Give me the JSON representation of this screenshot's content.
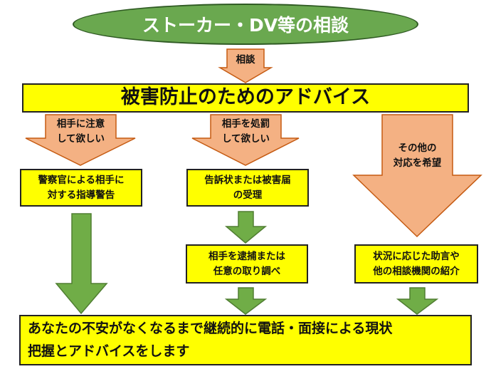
{
  "title": "ストーカー・DV等の相談",
  "consult_label": "相談",
  "main_advice": "被害防止のためのアドバイス",
  "branches": {
    "left": {
      "arrow_label_1": "相手に注意",
      "arrow_label_2": "して欲しい",
      "box_line_1": "警察官による相手に",
      "box_line_2": "対する指導警告"
    },
    "middle": {
      "arrow_label_1": "相手を処罰",
      "arrow_label_2": "して欲しい",
      "box1_line_1": "告訴状または被害届",
      "box1_line_2": "の受理",
      "box2_line_1": "相手を逮捕または",
      "box2_line_2": "任意の取り調べ"
    },
    "right": {
      "arrow_label_1": "その他の",
      "arrow_label_2": "対応を希望",
      "box_line_1": "状況に応じた助言や",
      "box_line_2": "他の相談機関の紹介"
    }
  },
  "bottom_line_1": "あなたの不安がなくなるまで継続的に電話・面接による現状",
  "bottom_line_2": "把握とアドバイスをします",
  "colors": {
    "ellipse": "#6aa84f",
    "box": "#ffff00",
    "orange_arrow": "#f4b183",
    "green_arrow": "#70ad47"
  }
}
